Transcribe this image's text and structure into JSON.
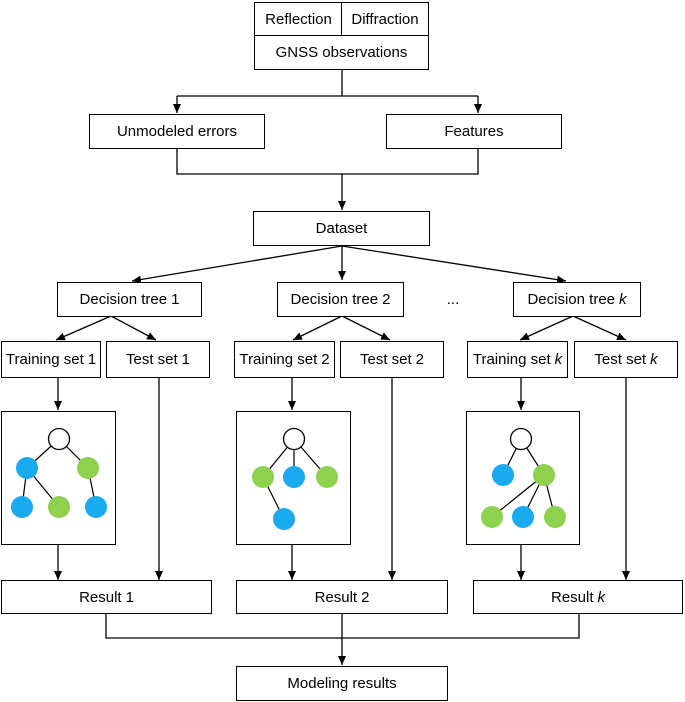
{
  "colors": {
    "line": "#000000",
    "node_root": "#ffffff",
    "node_blue": "#1aaaf0",
    "node_green": "#8ed14f"
  },
  "top": {
    "reflection": "Reflection",
    "diffraction": "Diffraction",
    "gnss": "GNSS observations"
  },
  "level2": {
    "unmodeled": "Unmodeled errors",
    "features": "Features"
  },
  "dataset": "Dataset",
  "ellipsis": "...",
  "trees": [
    {
      "decision_label": "Decision tree",
      "decision_index": "1",
      "training_label": "Training set",
      "training_index": "1",
      "test_label": "Test set",
      "test_index": "1",
      "result_label": "Result",
      "result_index": "1",
      "nodes": [
        "root",
        "blue",
        "green",
        "blue",
        "green",
        "blue"
      ]
    },
    {
      "decision_label": "Decision tree",
      "decision_index": "2",
      "training_label": "Training set",
      "training_index": "2",
      "test_label": "Test set",
      "test_index": "2",
      "result_label": "Result",
      "result_index": "2",
      "nodes": [
        "root",
        "green",
        "blue",
        "green",
        "blue"
      ]
    },
    {
      "decision_label": "Decision tree",
      "decision_index": "k",
      "training_label": "Training set",
      "training_index": "k",
      "test_label": "Test set",
      "test_index": "k",
      "result_label": "Result",
      "result_index": "k",
      "nodes": [
        "root",
        "blue",
        "green",
        "green",
        "blue",
        "green"
      ]
    }
  ],
  "final": "Modeling results"
}
